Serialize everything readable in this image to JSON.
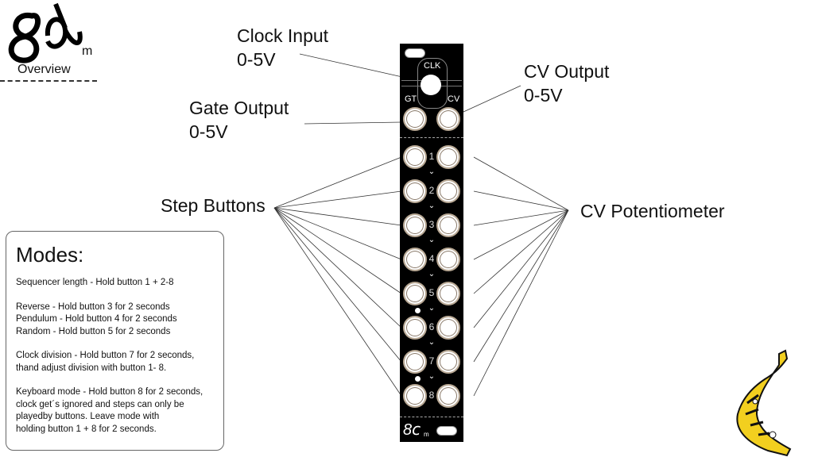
{
  "logo": {
    "mark": "8ⅽ",
    "suffix": "m",
    "title": "Overview"
  },
  "callouts": {
    "clock_input": {
      "title": "Clock Input",
      "spec": "0-5V"
    },
    "gate_output": {
      "title": "Gate Output",
      "spec": "0-5V"
    },
    "cv_output": {
      "title": "CV Output",
      "spec": "0-5V"
    },
    "step_buttons": {
      "title": "Step Buttons"
    },
    "cv_potentiometer": {
      "title": "CV Potentiometer"
    }
  },
  "panel": {
    "clk_label": "CLK",
    "gt_label": "GT",
    "cv_label": "CV",
    "steps": [
      "1",
      "2",
      "3",
      "4",
      "5",
      "6",
      "7",
      "8"
    ],
    "chevron": "⌄",
    "logo": "8ⅽ",
    "logo_suffix": "m"
  },
  "modes": {
    "title": "Modes:",
    "groups": [
      [
        "Sequencer length - Hold button 1 + 2-8"
      ],
      [
        "Reverse - Hold button 3 for 2 seconds",
        "Pendulum - Hold button 4 for 2 seconds",
        "Random - Hold button 5 for 2 seconds"
      ],
      [
        "Clock division - Hold button 7 for 2 seconds,",
        "thand adjust division with button 1- 8."
      ],
      [
        "Keyboard mode - Hold button 8 for 2 seconds,",
        "clock get´s ignored and steps can only be",
        "playedby buttons. Leave mode with",
        "holding button 1 + 8 for 2 seconds."
      ]
    ]
  },
  "mascot": {
    "name": "banana-synth",
    "color": "#f2cf1f"
  }
}
